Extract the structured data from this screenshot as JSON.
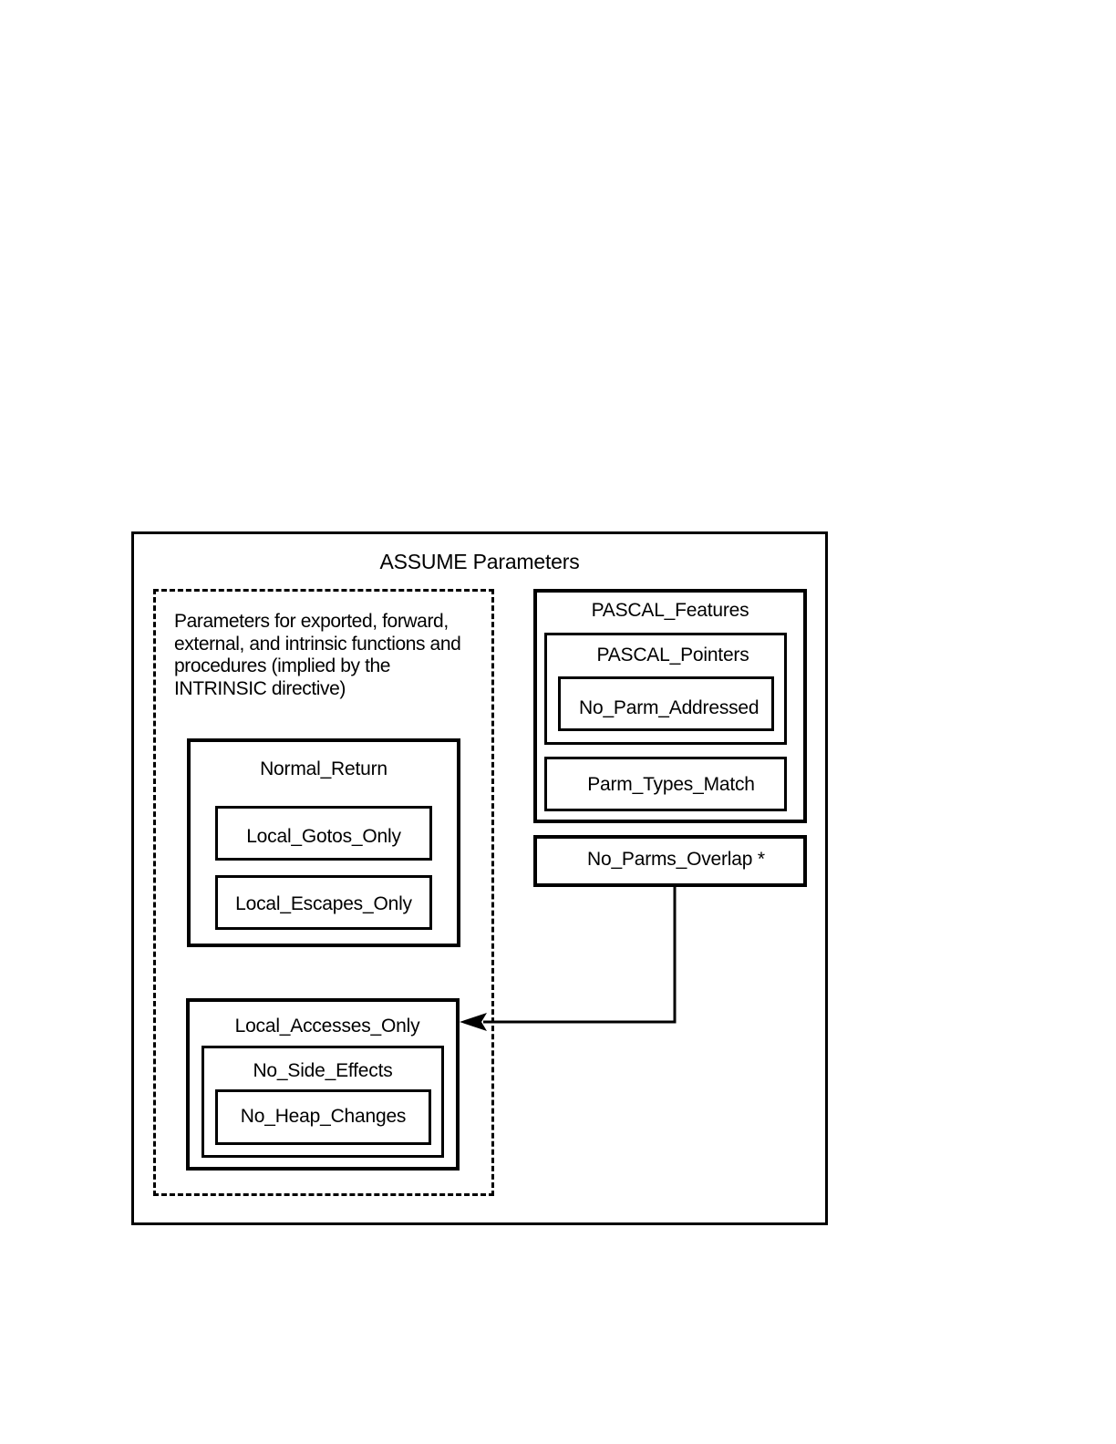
{
  "diagram": {
    "title": "ASSUME Parameters",
    "group": {
      "description": "Parameters for exported, forward, external, and intrinsic functions and procedures (implied by the INTRINSIC directive)",
      "normal_return": {
        "label": "Normal_Return",
        "children": [
          "Local_Gotos_Only",
          "Local_Escapes_Only"
        ]
      },
      "local_accesses_only": {
        "label": "Local_Accesses_Only",
        "no_side_effects": {
          "label": "No_Side_Effects",
          "child": "No_Heap_Changes"
        }
      }
    },
    "pascal_features": {
      "label": "PASCAL_Features",
      "pascal_pointers": {
        "label": "PASCAL_Pointers",
        "child": "No_Parm_Addressed"
      },
      "parm_types_match": "Parm_Types_Match"
    },
    "no_parms_overlap": "No_Parms_Overlap *"
  }
}
